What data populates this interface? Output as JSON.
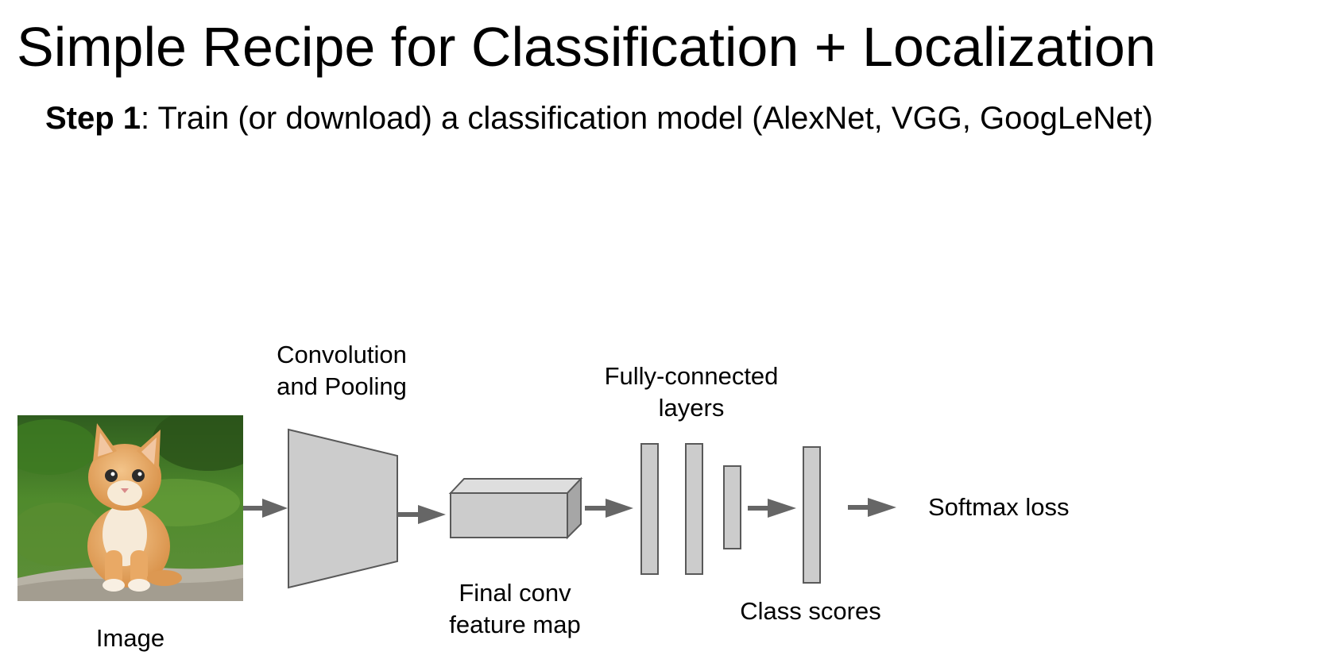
{
  "slide": {
    "title": "Simple Recipe for Classification + Localization",
    "step_label": "Step 1",
    "step_text": ": Train (or download) a classification model (AlexNet, VGG, GoogLeNet)"
  },
  "diagram": {
    "image_label": "Image",
    "conv_label": [
      "Convolution",
      "and Pooling"
    ],
    "feature_map_label": [
      "Final conv",
      "feature map"
    ],
    "fc_label": [
      "Fully-connected",
      "layers"
    ],
    "class_scores_label": "Class scores",
    "softmax_label": "Softmax loss"
  },
  "colors": {
    "block_fill": "#cccccc",
    "block_stroke": "#595959",
    "arrow": "#666666"
  }
}
